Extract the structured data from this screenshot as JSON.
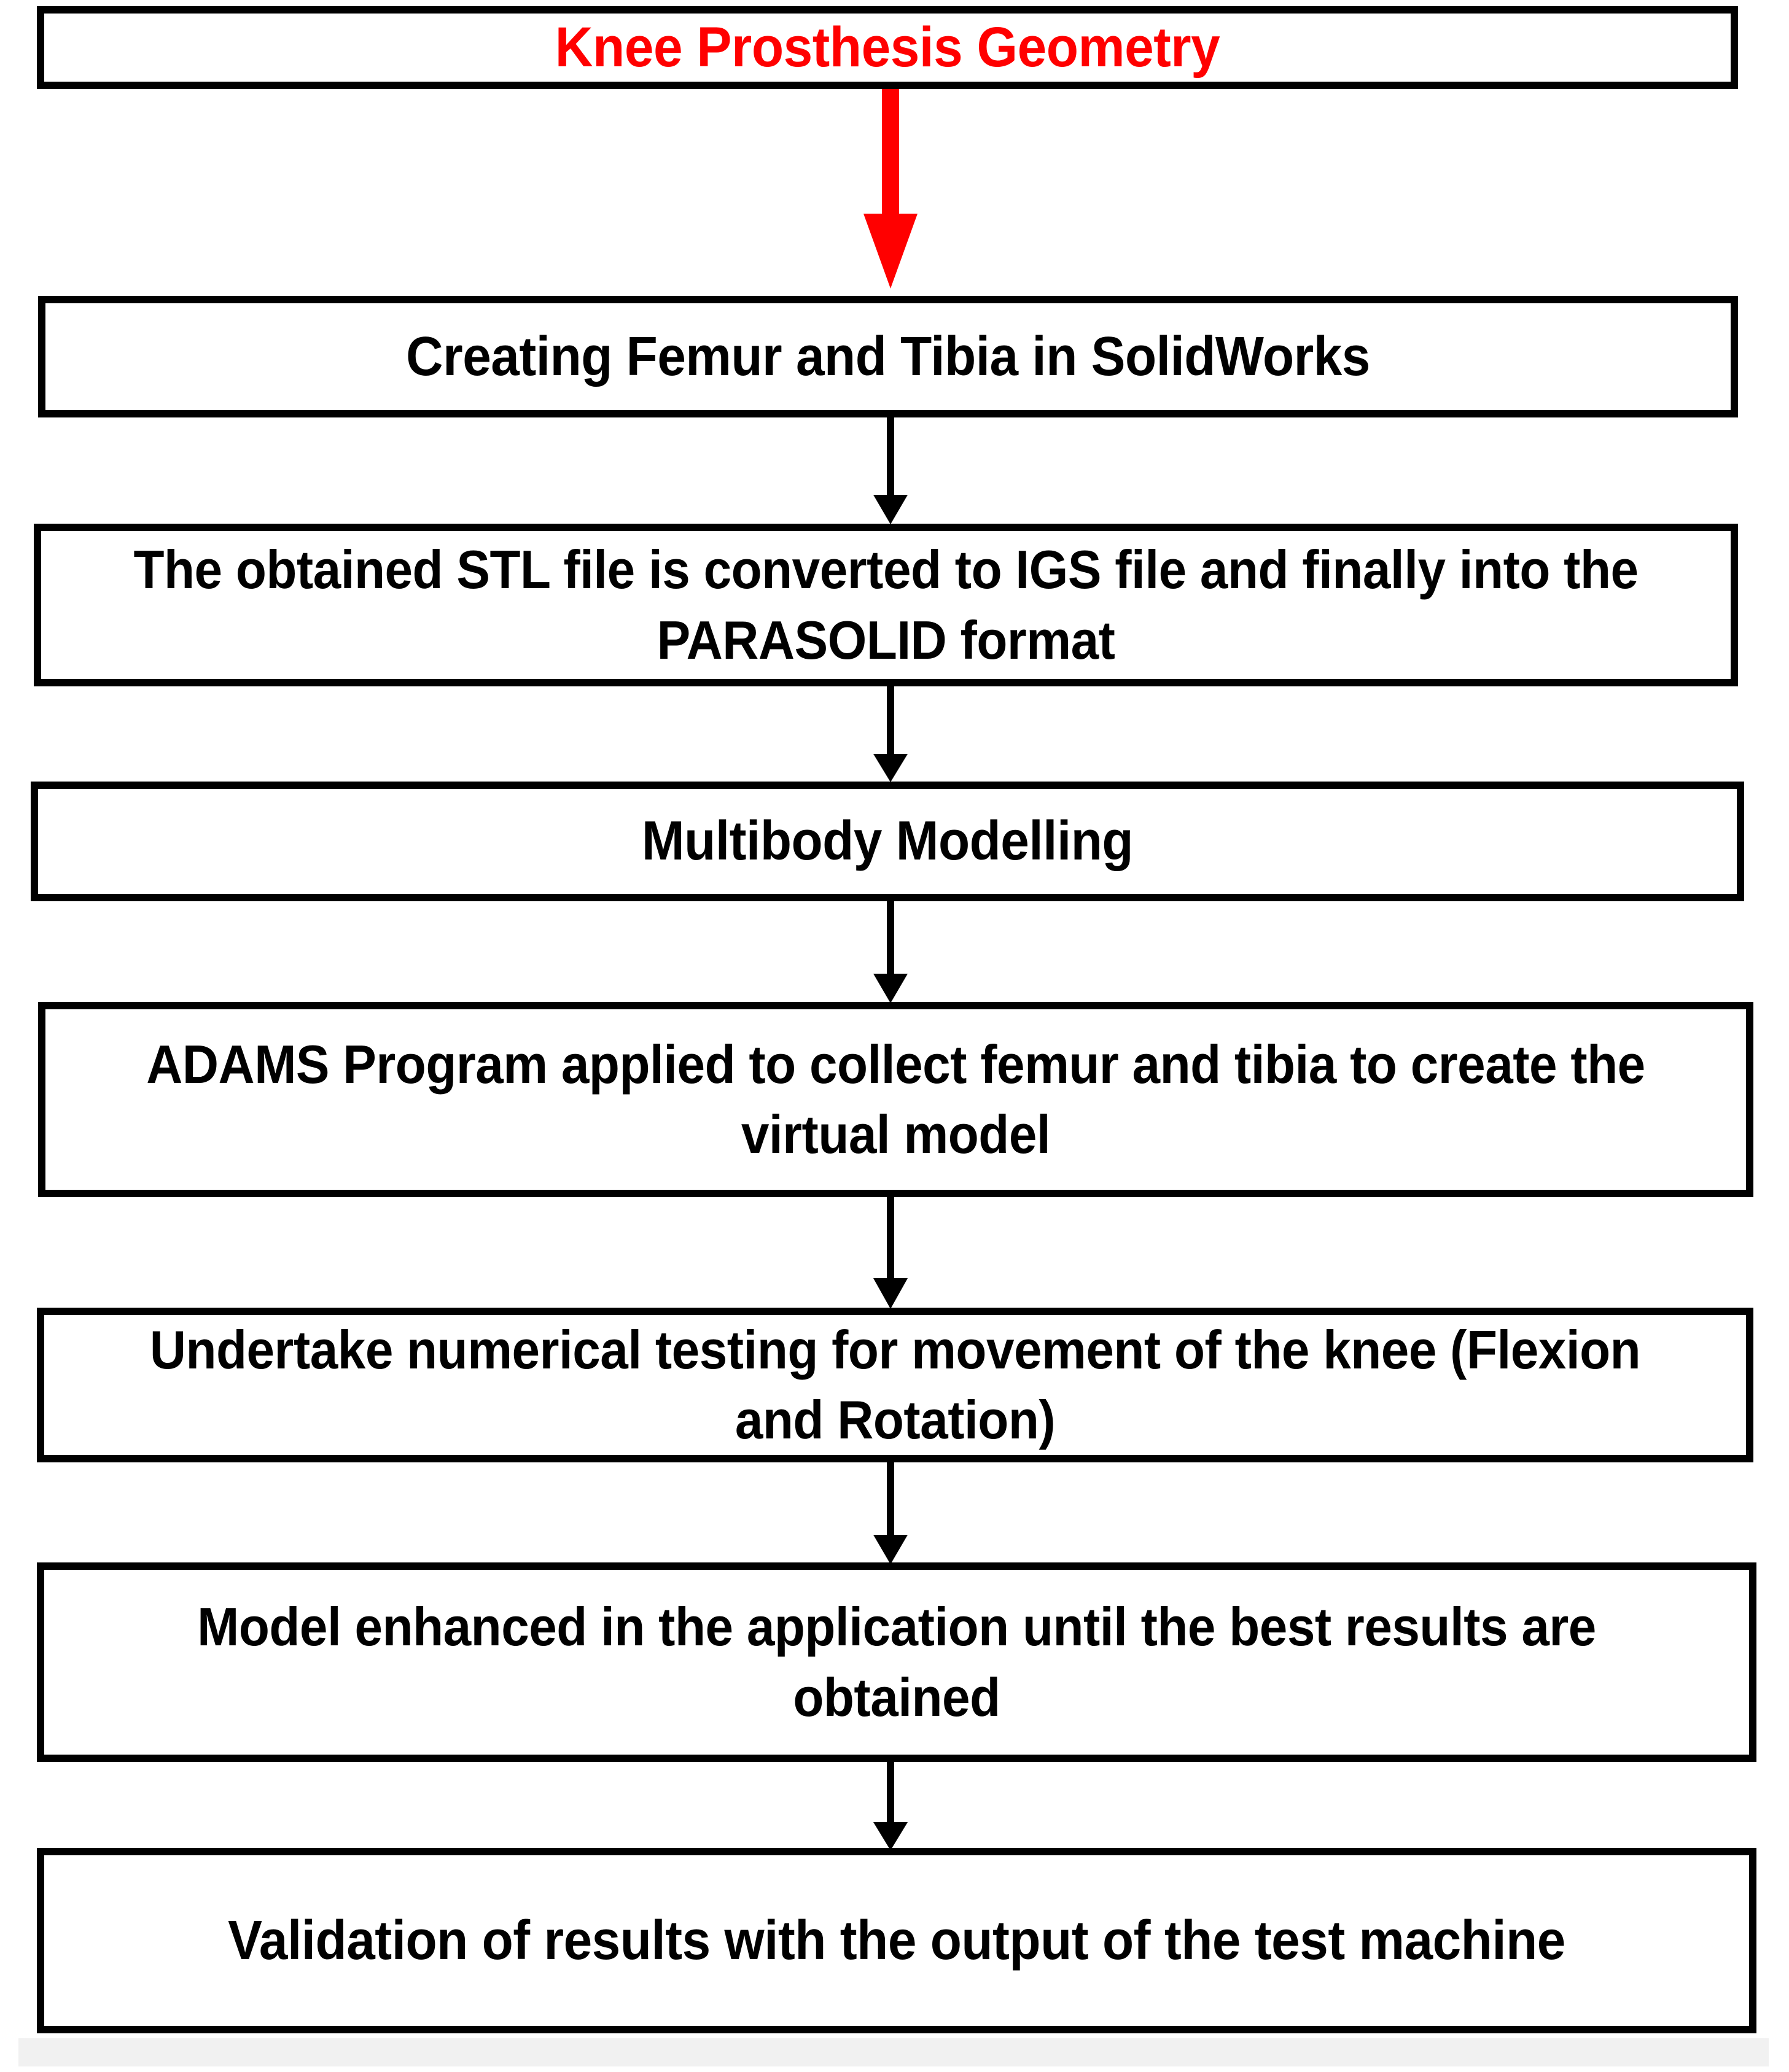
{
  "diagram": {
    "title": "Knee Prosthesis Geometry",
    "type": "process-flowchart",
    "orientation": "top-to-bottom",
    "accent_color": "#ff0000",
    "line_color": "#000000",
    "background_color": "#ffffff",
    "node_count": 8,
    "connector_count": 7
  },
  "nodes": [
    {
      "id": "knee-prosthesis-geometry",
      "label": "Knee Prosthesis Geometry",
      "text_color": "#ff0000",
      "lines": 1
    },
    {
      "id": "creating-femur-tibia-solidworks",
      "label": "Creating Femur and Tibia in SolidWorks",
      "text_color": "#000000",
      "lines": 1
    },
    {
      "id": "stl-to-igs-to-parasolid",
      "label": "The obtained STL file is converted to IGS file and finally into the PARASOLID format",
      "text_color": "#000000",
      "lines": 2
    },
    {
      "id": "multibody-modelling",
      "label": "Multibody Modelling",
      "text_color": "#000000",
      "lines": 1
    },
    {
      "id": "adams-program-virtual-model",
      "label": "ADAMS Program applied to collect femur and tibia to create the virtual model",
      "text_color": "#000000",
      "lines": 2
    },
    {
      "id": "numerical-testing-flexion-rotation",
      "label": "Undertake numerical testing for movement of the knee (Flexion and Rotation)",
      "text_color": "#000000",
      "lines": 2
    },
    {
      "id": "model-enhanced-best-results",
      "label": "Model enhanced in the application until the best results are obtained",
      "text_color": "#000000",
      "lines": 2
    },
    {
      "id": "validation-of-results",
      "label": "Validation of results with the output of the test machine",
      "text_color": "#000000",
      "lines": 1
    }
  ],
  "connectors": [
    {
      "id": "arrow-geometry-to-solidworks",
      "from": "knee-prosthesis-geometry",
      "to": "creating-femur-tibia-solidworks",
      "color": "#ff0000",
      "style": "thick-solid-arrow"
    },
    {
      "id": "arrow-solidworks-to-stl",
      "from": "creating-femur-tibia-solidworks",
      "to": "stl-to-igs-to-parasolid",
      "color": "#000000",
      "style": "thin-solid-arrow"
    },
    {
      "id": "arrow-stl-to-multibody",
      "from": "stl-to-igs-to-parasolid",
      "to": "multibody-modelling",
      "color": "#000000",
      "style": "thin-solid-arrow"
    },
    {
      "id": "arrow-multibody-to-adams",
      "from": "multibody-modelling",
      "to": "adams-program-virtual-model",
      "color": "#000000",
      "style": "thin-solid-arrow"
    },
    {
      "id": "arrow-adams-to-testing",
      "from": "adams-program-virtual-model",
      "to": "numerical-testing-flexion-rotation",
      "color": "#000000",
      "style": "thin-solid-arrow"
    },
    {
      "id": "arrow-testing-to-enhanced",
      "from": "numerical-testing-flexion-rotation",
      "to": "model-enhanced-best-results",
      "color": "#000000",
      "style": "thin-solid-arrow"
    },
    {
      "id": "arrow-enhanced-to-validation",
      "from": "model-enhanced-best-results",
      "to": "validation-of-results",
      "color": "#000000",
      "style": "thin-solid-arrow"
    }
  ]
}
